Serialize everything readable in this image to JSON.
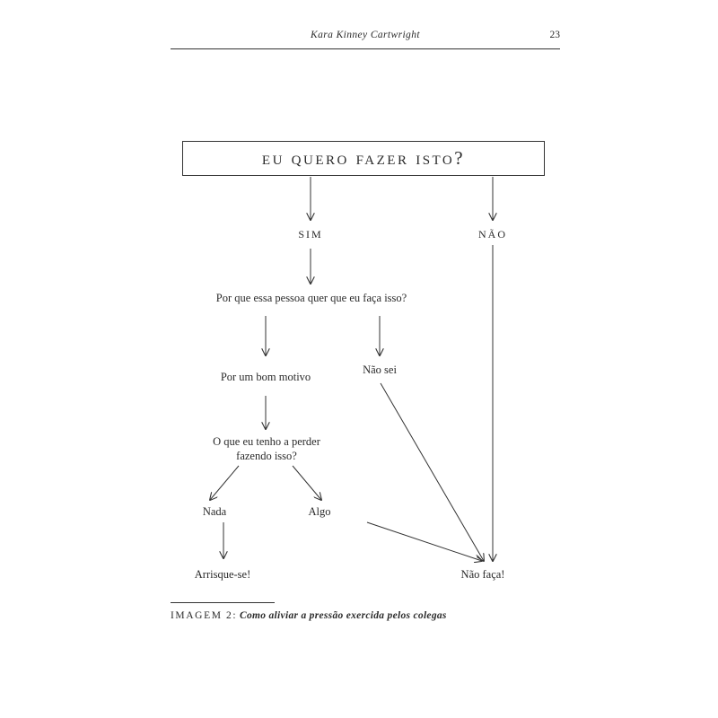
{
  "header": {
    "author": "Kara Kinney Cartwright",
    "page_number": "23"
  },
  "diagram": {
    "question": "EU QUERO FAZER ISTO?",
    "yes": "SIM",
    "no": "NÃO",
    "why": "Por que essa pessoa quer que eu faça isso?",
    "good_reason": "Por um bom motivo",
    "dont_know": "Não sei",
    "lose_line1": "O que eu tenho a perder",
    "lose_line2": "fazendo isso?",
    "nothing": "Nada",
    "something": "Algo",
    "risk_it": "Arrisque-se!",
    "dont_do": "Não faça!"
  },
  "caption": {
    "label": "IMAGEM 2:",
    "text": "Como aliviar a pressão exercida pelos colegas"
  }
}
